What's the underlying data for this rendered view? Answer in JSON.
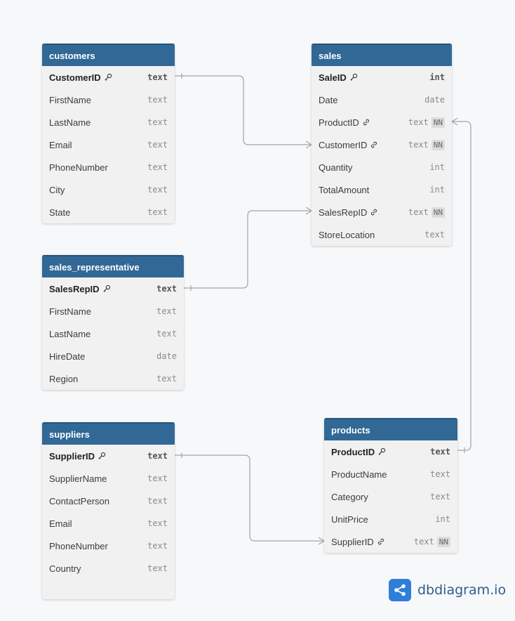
{
  "tables": {
    "customers": {
      "name": "customers",
      "fields": [
        {
          "name": "CustomerID",
          "type": "text",
          "pk": true
        },
        {
          "name": "FirstName",
          "type": "text"
        },
        {
          "name": "LastName",
          "type": "text"
        },
        {
          "name": "Email",
          "type": "text"
        },
        {
          "name": "PhoneNumber",
          "type": "text"
        },
        {
          "name": "City",
          "type": "text"
        },
        {
          "name": "State",
          "type": "text"
        }
      ]
    },
    "sales": {
      "name": "sales",
      "fields": [
        {
          "name": "SaleID",
          "type": "int",
          "pk": true
        },
        {
          "name": "Date",
          "type": "date"
        },
        {
          "name": "ProductID",
          "type": "text",
          "fk": true,
          "nn": "NN"
        },
        {
          "name": "CustomerID",
          "type": "text",
          "fk": true,
          "nn": "NN"
        },
        {
          "name": "Quantity",
          "type": "int"
        },
        {
          "name": "TotalAmount",
          "type": "int"
        },
        {
          "name": "SalesRepID",
          "type": "text",
          "fk": true,
          "nn": "NN"
        },
        {
          "name": "StoreLocation",
          "type": "text"
        }
      ]
    },
    "sales_representative": {
      "name": "sales_representative",
      "fields": [
        {
          "name": "SalesRepID",
          "type": "text",
          "pk": true
        },
        {
          "name": "FirstName",
          "type": "text"
        },
        {
          "name": "LastName",
          "type": "text"
        },
        {
          "name": "HireDate",
          "type": "date"
        },
        {
          "name": "Region",
          "type": "text"
        }
      ]
    },
    "suppliers": {
      "name": "suppliers",
      "fields": [
        {
          "name": "SupplierID",
          "type": "text",
          "pk": true
        },
        {
          "name": "SupplierName",
          "type": "text"
        },
        {
          "name": "ContactPerson",
          "type": "text"
        },
        {
          "name": "Email",
          "type": "text"
        },
        {
          "name": "PhoneNumber",
          "type": "text"
        },
        {
          "name": "Country",
          "type": "text"
        }
      ]
    },
    "products": {
      "name": "products",
      "fields": [
        {
          "name": "ProductID",
          "type": "text",
          "pk": true
        },
        {
          "name": "ProductName",
          "type": "text"
        },
        {
          "name": "Category",
          "type": "text"
        },
        {
          "name": "UnitPrice",
          "type": "int"
        },
        {
          "name": "SupplierID",
          "type": "text",
          "fk": true,
          "nn": "NN"
        }
      ]
    }
  },
  "relationships": [
    {
      "from": "customers.CustomerID",
      "to": "sales.CustomerID"
    },
    {
      "from": "sales_representative.SalesRepID",
      "to": "sales.SalesRepID"
    },
    {
      "from": "products.ProductID",
      "to": "sales.ProductID"
    },
    {
      "from": "suppliers.SupplierID",
      "to": "products.SupplierID"
    }
  ],
  "brand": {
    "name": "dbdiagram.io",
    "color": "#2f7ed8"
  },
  "colors": {
    "header": "#316896",
    "connector": "#a0a4aa",
    "background": "#f7f8fa"
  }
}
